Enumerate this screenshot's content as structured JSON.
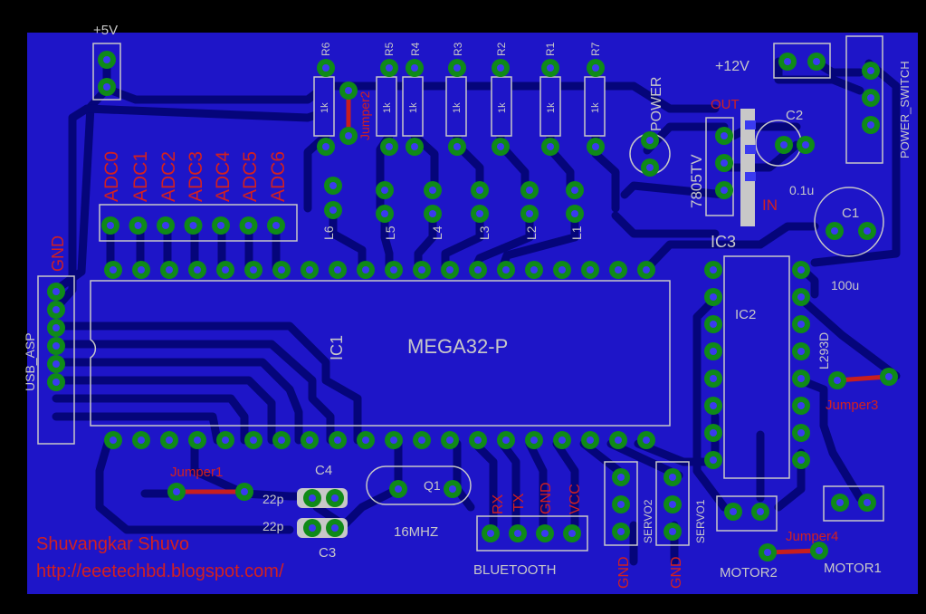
{
  "colors": {
    "background": "#000000",
    "board": "#1e15c8",
    "trace": "#05057a",
    "pad": "#0f8a18",
    "silk": "#c8c8c8",
    "label": "#d22020",
    "jumper": "#c81e1e",
    "pin": "#3a3af0"
  },
  "labels": {
    "v5": "+5V",
    "v12": "+12V",
    "r6": "R6",
    "r5": "R5",
    "r4": "R4",
    "r3": "R3",
    "r2": "R2",
    "r1": "R1",
    "r7": "R7",
    "res_val": "1k",
    "jumper2": "Jumper2",
    "power": "POWER",
    "out": "OUT",
    "in": "IN",
    "reg": "7805TV",
    "c2": "C2",
    "c2_val": "0.1u",
    "c1": "C1",
    "c1_val": "100u",
    "power_switch": "POWER_SWITCH",
    "adc": [
      "ADC0",
      "ADC1",
      "ADC2",
      "ADC3",
      "ADC4",
      "ADC5",
      "ADC6"
    ],
    "leds": [
      "L6",
      "L5",
      "L4",
      "L3",
      "L2",
      "L1"
    ],
    "ic3": "IC3",
    "gnd_left": "GND",
    "usb_asp": "USB_ASP",
    "ic1": "IC1",
    "mega": "MEGA32-P",
    "ic2": "IC2",
    "l293d": "L293D",
    "jumper3": "Jumper3",
    "jumper1": "Jumper1",
    "c4": "C4",
    "c3": "C3",
    "cap_22p": "22p",
    "q1": "Q1",
    "freq": "16MHZ",
    "bt_pins": [
      "RX",
      "TX",
      "GND",
      "VCC"
    ],
    "bluetooth": "BLUETOOTH",
    "servo2": "SERVO2",
    "servo1": "SERVO1",
    "gnd": "GND",
    "motor2": "MOTOR2",
    "motor1": "MOTOR1",
    "jumper4": "Jumper4",
    "author": "Shuvangkar Shuvo",
    "url": "http://eeetechbd.blogspot.com/"
  }
}
